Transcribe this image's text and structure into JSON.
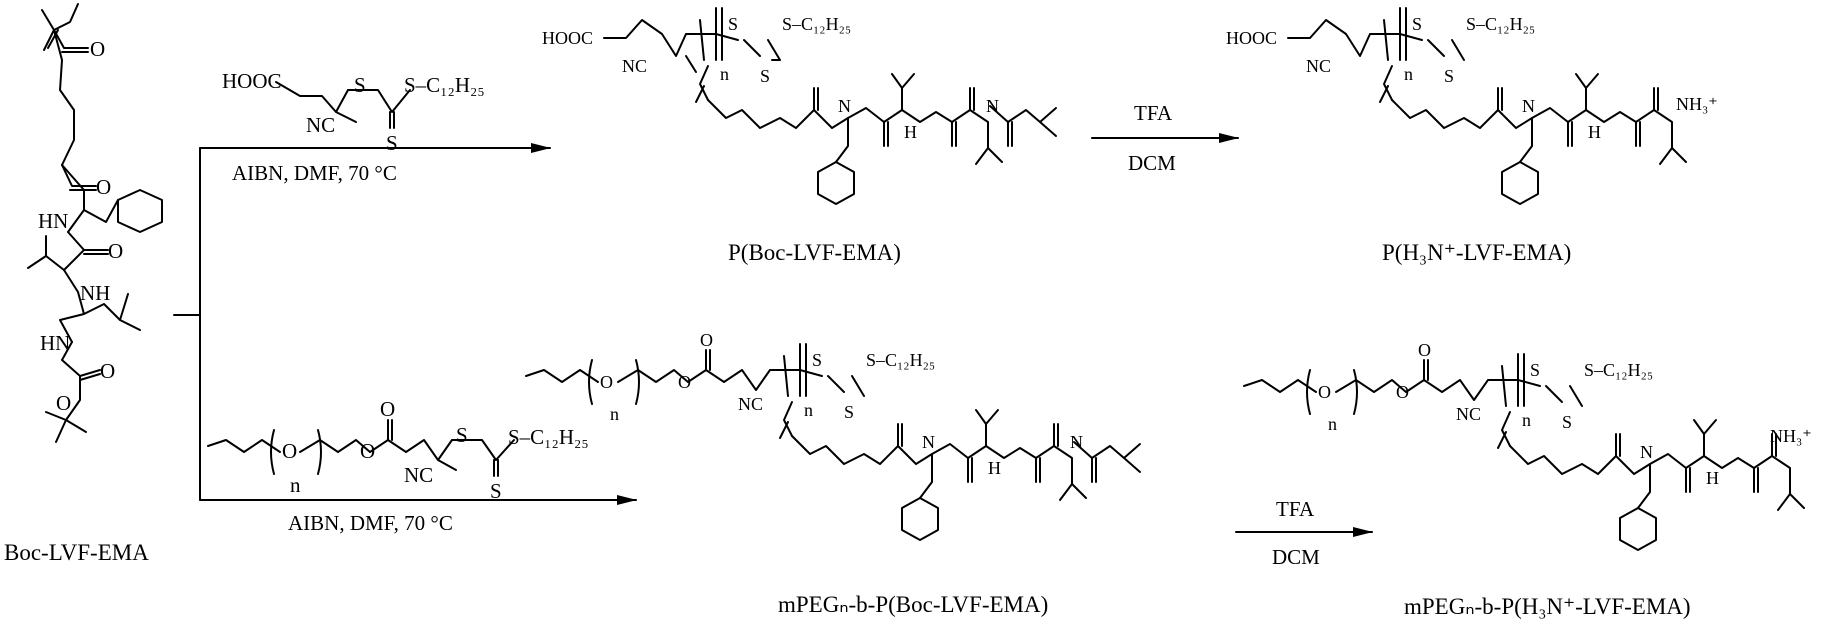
{
  "monomer": {
    "name": "Boc-LVF-EMA",
    "atoms": {
      "o": "O",
      "hn": "HN",
      "nh": "NH"
    }
  },
  "top_route": {
    "cta_cooh": "HOOC",
    "cta_s1": "S",
    "cta_s2": "S",
    "cta_s3": "S",
    "cta_chain": "S–C₁₂H₂₅",
    "cta_nc": "NC",
    "conditions": "AIBN,  DMF,  70 °C",
    "product_name": "P(Boc-LVF-EMA)",
    "product_cooh": "HOOC",
    "product_nc": "NC",
    "product_n": "n",
    "product_s": "S",
    "product_chain": "S–C₁₂H₂₅",
    "product_h": "H",
    "product_n_atom": "N",
    "deprotect_reagent": "TFA",
    "deprotect_solvent": "DCM",
    "final_name": "P(H₃N⁺-LVF-EMA)",
    "final_cooh": "HOOC",
    "final_nc": "NC",
    "final_n": "n",
    "final_s": "S",
    "final_chain": "S–C₁₂H₂₅",
    "final_nh3": "NH₃⁺",
    "final_h": "H",
    "final_n_atom": "N"
  },
  "bottom_route": {
    "macro_cta_n": "n",
    "macro_cta_nc": "NC",
    "macro_cta_s1": "S",
    "macro_cta_s2": "S",
    "macro_cta_chain": "S–C₁₂H₂₅",
    "conditions": "AIBN,  DMF,  70 °C",
    "product_name": "mPEGₙ-b-P(Boc-LVF-EMA)",
    "product_n1": "n",
    "product_n2": "n",
    "product_nc": "NC",
    "product_s": "S",
    "product_chain": "S–C₁₂H₂₅",
    "product_h": "H",
    "product_n_atom": "N",
    "deprotect_reagent": "TFA",
    "deprotect_solvent": "DCM",
    "final_name": "mPEGₙ-b-P(H₃N⁺-LVF-EMA)",
    "final_n1": "n",
    "final_n2": "n",
    "final_nc": "NC",
    "final_s": "S",
    "final_chain": "S–C₁₂H₂₅",
    "final_nh3": "NH₃⁺",
    "final_h": "H",
    "final_n_atom": "N"
  }
}
